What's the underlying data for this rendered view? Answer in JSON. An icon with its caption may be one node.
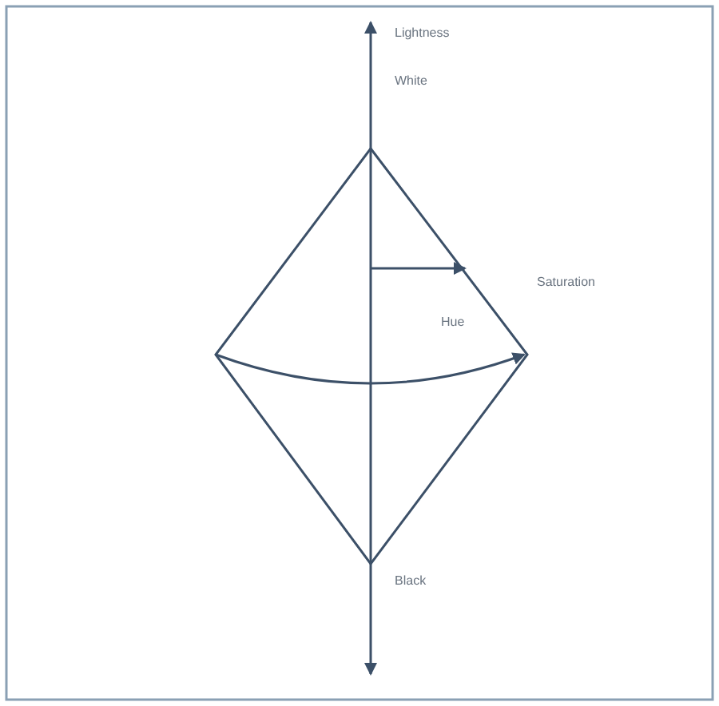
{
  "diagram": {
    "labels": [
      "Lightness",
      "White",
      "Saturation",
      "Hue",
      "Black"
    ]
  }
}
